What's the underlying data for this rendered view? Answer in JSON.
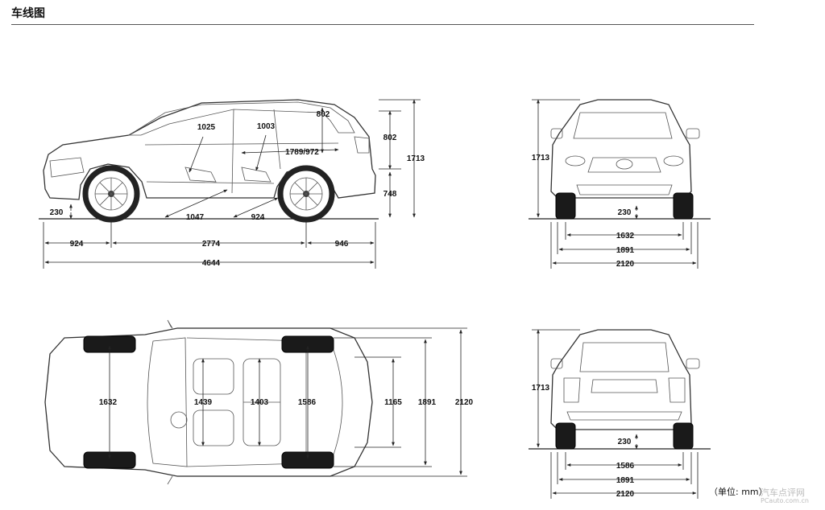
{
  "title": "车线图",
  "unit_note": "（单位: mm）",
  "watermark": "汽车点评网",
  "watermark_sub": "PCauto.com.cn",
  "side_view": {
    "d1025": "1025",
    "d1003": "1003",
    "d802_top": "802",
    "d802": "802",
    "d1789": "1789/972",
    "d1713": "1713",
    "d748": "748",
    "d230": "230",
    "d1047": "1047",
    "d924_diag": "924",
    "d924": "924",
    "d2774": "2774",
    "d946": "946",
    "d4644": "4644"
  },
  "front_view": {
    "d1713": "1713",
    "d230": "230",
    "d1632": "1632",
    "d1891": "1891",
    "d2120": "2120"
  },
  "top_view": {
    "d1632": "1632",
    "d1439": "1439",
    "d1403": "1403",
    "d1586": "1586",
    "d1165": "1165",
    "d1891": "1891",
    "d2120": "2120"
  },
  "rear_view": {
    "d1713": "1713",
    "d230": "230",
    "d1586": "1586",
    "d1891": "1891",
    "d2120": "2120"
  }
}
